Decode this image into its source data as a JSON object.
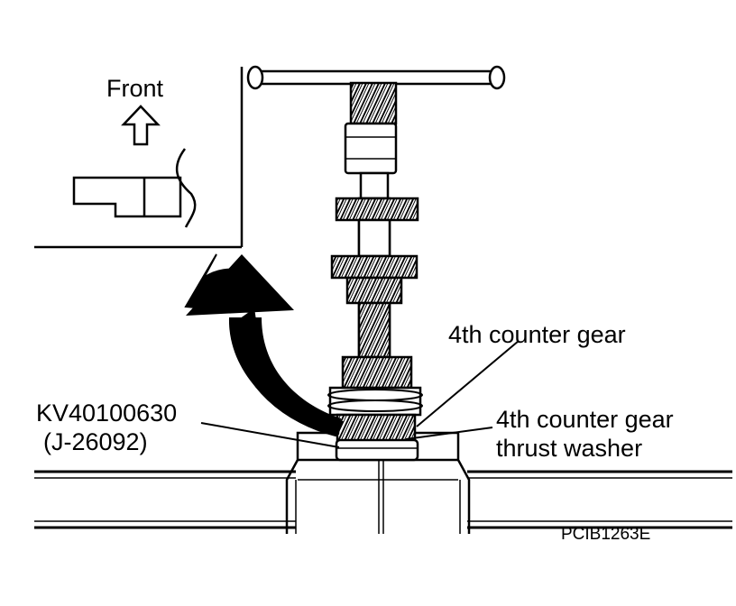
{
  "labels": {
    "front": "Front",
    "fourth_counter_gear": "4th counter gear",
    "thrust_washer_line1": "4th counter gear",
    "thrust_washer_line2": "thrust washer",
    "tool_number": "KV40100630",
    "tool_alt_number": "(J-26092)",
    "figure_code": "PCIB1263E"
  }
}
